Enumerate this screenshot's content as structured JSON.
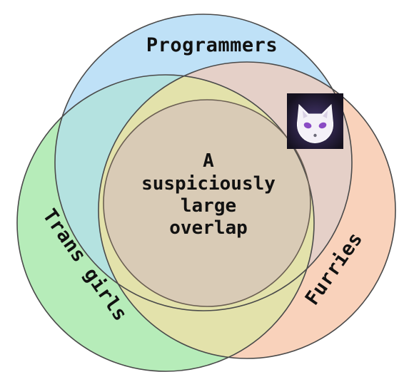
{
  "diagram": {
    "sets": [
      {
        "name": "Programmers",
        "fill": "#bfe1f7",
        "stroke": "#4a4a4a"
      },
      {
        "name": "Trans girls",
        "fill": "#b6ecb9",
        "stroke": "#4a4a4a"
      },
      {
        "name": "Furries",
        "fill": "#f9d2bb",
        "stroke": "#4a4a4a"
      }
    ],
    "overlap_fill": "#d9cbb6",
    "center_label": [
      "A",
      "suspiciously",
      "large",
      "overlap"
    ],
    "badge": {
      "icon": "white-fox-mask-icon",
      "background": "#1e1733"
    }
  }
}
